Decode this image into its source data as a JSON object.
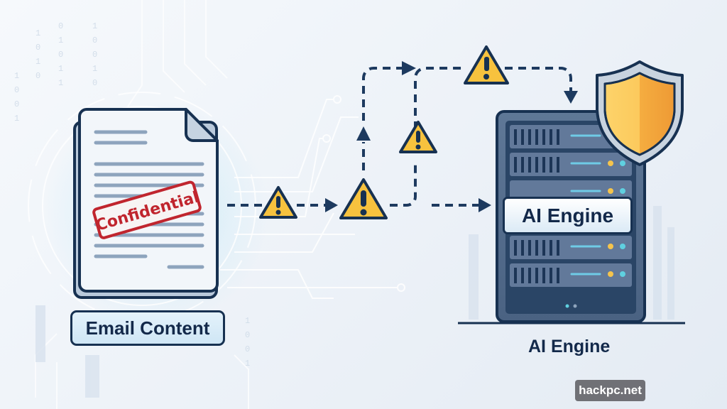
{
  "document": {
    "stamp_text": "Confidential",
    "label": "Email Content"
  },
  "server": {
    "tag_text": "AI Engine",
    "caption": "AI Engine"
  },
  "watermark": "hackpc.net",
  "colors": {
    "outline": "#173151",
    "warning": "#f7c23e",
    "shield_light": "#fcc55a",
    "shield_dark": "#f2a23a",
    "stamp_red": "#c0252e",
    "led_yellow": "#f5c44c",
    "led_cyan": "#5fd0e0"
  },
  "icons": [
    "document-icon",
    "warning-icon",
    "shield-icon",
    "server-icon",
    "arrow-icon"
  ]
}
